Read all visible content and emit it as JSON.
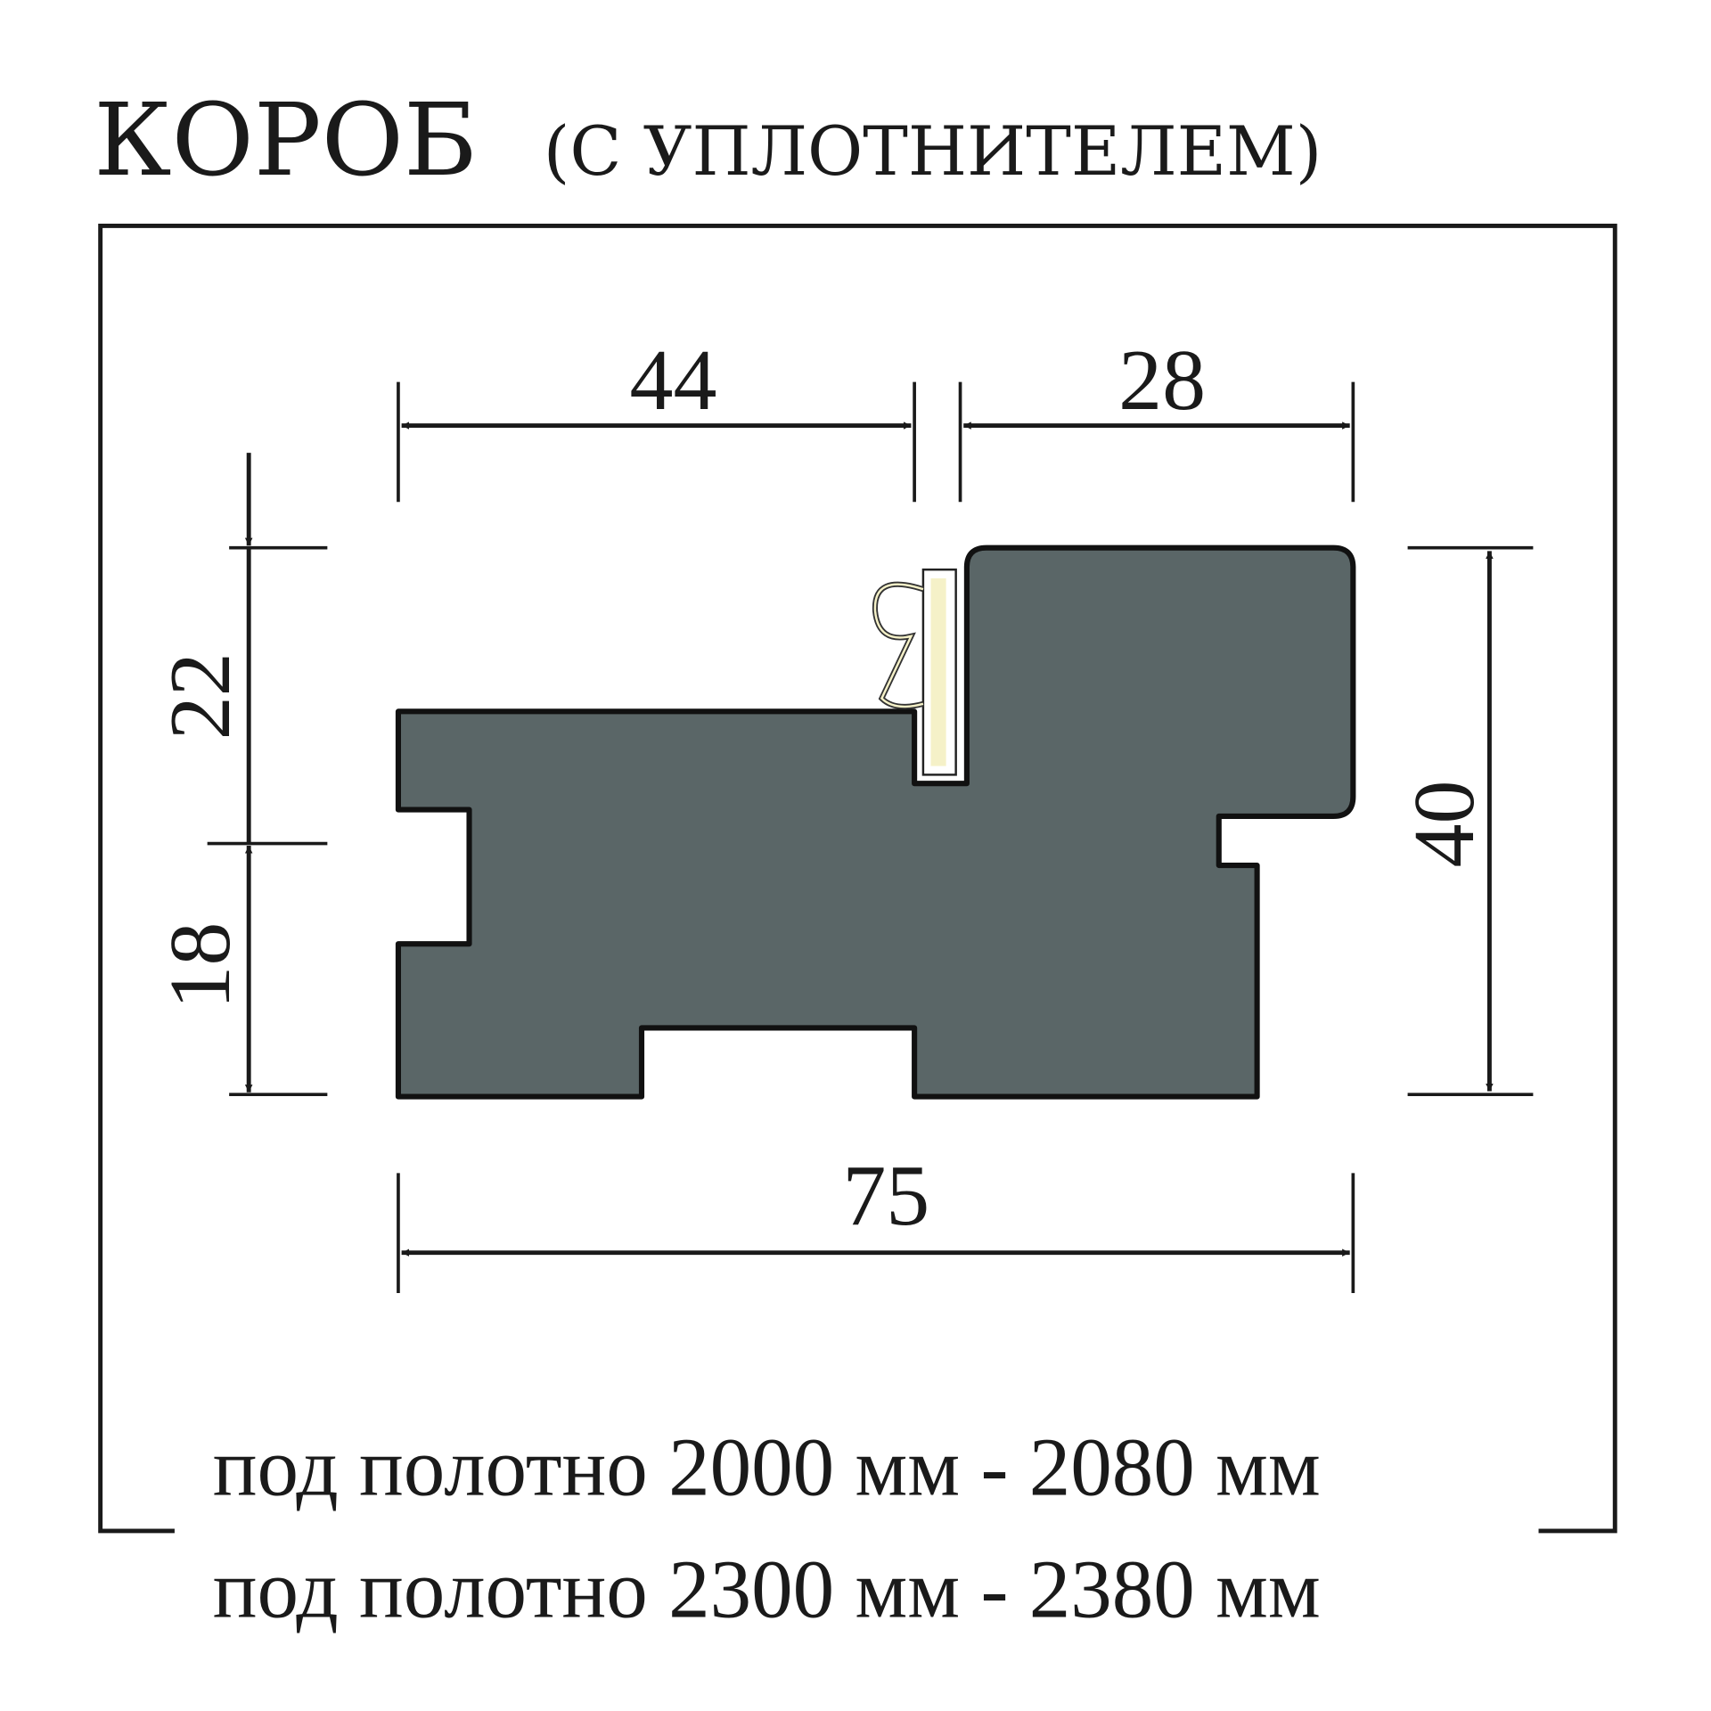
{
  "title": {
    "main": "КОРОБ",
    "sub": "(С УПЛОТНИТЕЛЕМ)"
  },
  "dimensions": {
    "top_left": "44",
    "top_right": "28",
    "left_upper": "22",
    "left_lower": "18",
    "right": "40",
    "bottom": "75"
  },
  "notes": [
    "под полотно 2000 мм - 2080 мм",
    "под полотно 2300 мм - 2380 мм"
  ],
  "colors": {
    "profile": "#5a6667",
    "seal": "#f5f1c8",
    "line": "#1a1a1a"
  }
}
